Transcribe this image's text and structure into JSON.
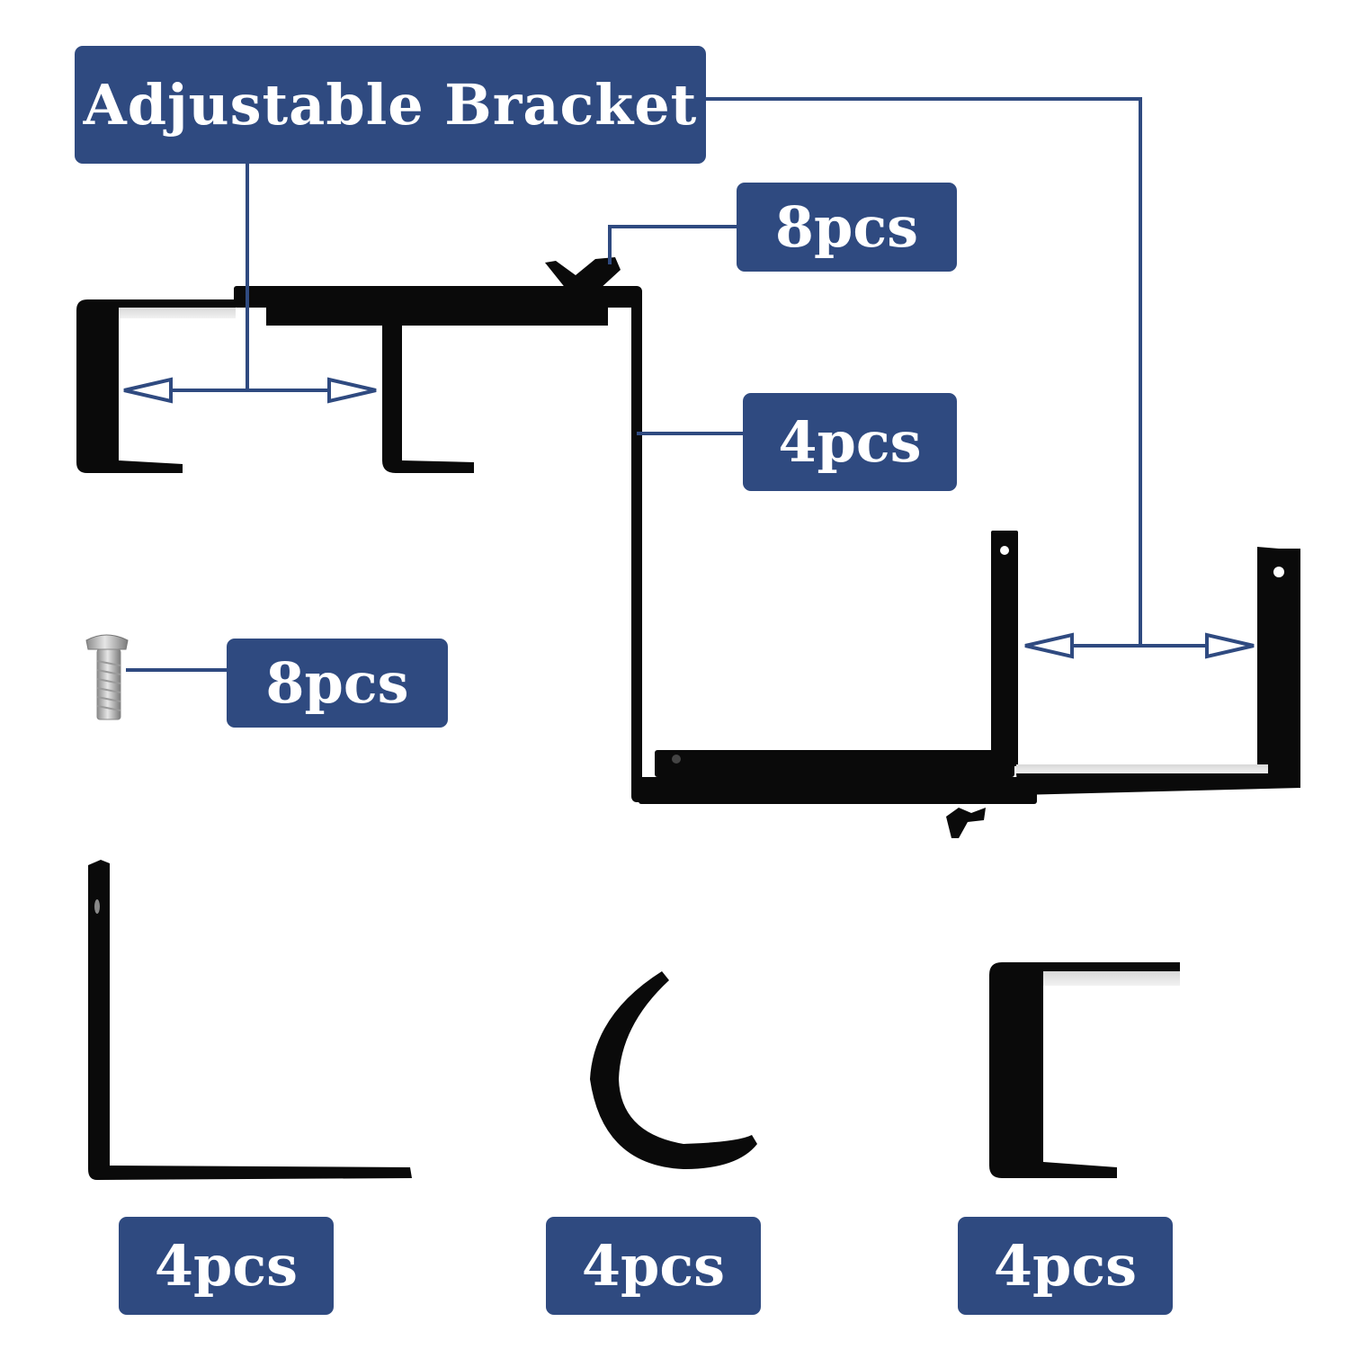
{
  "colors": {
    "label_bg": "#2f4a80",
    "line": "#2f4a80",
    "metal": "#0a0a0a",
    "background": "#ffffff"
  },
  "title": "Adjustable Bracket",
  "parts": [
    {
      "name": "wing-nut",
      "icon": "wing-nut-icon",
      "quantity": "8pcs"
    },
    {
      "name": "connecting-rod",
      "icon": "rod-icon",
      "quantity": "4pcs"
    },
    {
      "name": "carriage-bolt",
      "icon": "bolt-icon",
      "quantity": "8pcs"
    },
    {
      "name": "l-bracket",
      "icon": "l-bracket-icon",
      "quantity": "4pcs"
    },
    {
      "name": "hook",
      "icon": "hook-icon",
      "quantity": "4pcs"
    },
    {
      "name": "c-bracket",
      "icon": "c-bracket-icon",
      "quantity": "4pcs"
    }
  ]
}
